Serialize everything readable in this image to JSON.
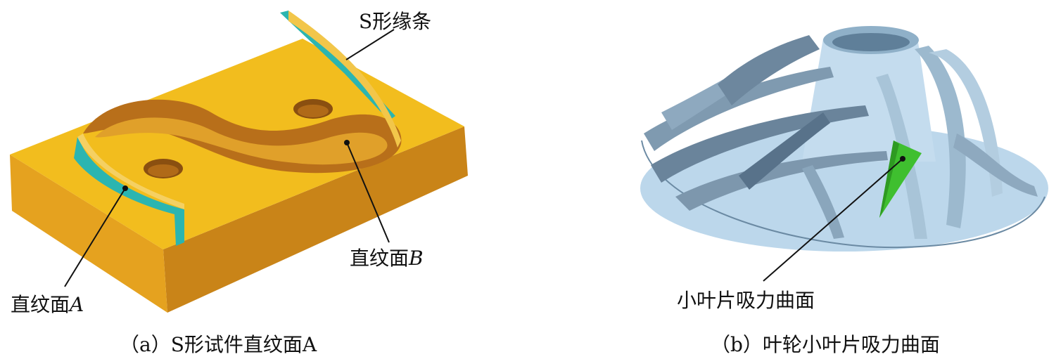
{
  "panel_a": {
    "label_s_strip": "S形缘条",
    "label_ruled_b": "直纹面",
    "label_ruled_b_var": "B",
    "label_ruled_a": "直纹面",
    "label_ruled_a_var": "A",
    "caption": "（a）S形试件直纹面A",
    "colors": {
      "block": "#f2bd1e",
      "block_side": "#d8921c",
      "ruled": "#2bb5b0",
      "wall": "#b86f1a"
    }
  },
  "panel_b": {
    "label_surface": "小叶片吸力曲面",
    "caption": "（b）叶轮小叶片吸力曲面",
    "colors": {
      "blade": "#a9c9df",
      "hub": "#c0d8ea",
      "dark": "#59728a",
      "highlight": "#3fbf2f"
    }
  }
}
